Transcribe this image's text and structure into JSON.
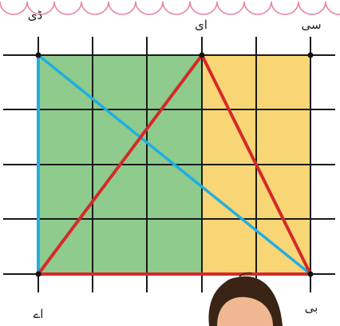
{
  "diagram": {
    "labels": {
      "D": "ڈی",
      "E": "ای",
      "C": "سی",
      "A": "اے",
      "B": "بی"
    },
    "colors": {
      "green_fill": "#8ecb8c",
      "yellow_fill": "#f8d675",
      "grid": "#1a1a1a",
      "red_triangle": "#d42a2a",
      "blue_diagonal": "#21aee3",
      "scallop": "#e9849c",
      "vertex_dot": "#111111",
      "character_skin": "#f0b892",
      "character_hair": "#3a2416"
    },
    "grid": {
      "columns": 5,
      "rows": 4,
      "green_columns": 3,
      "yellow_columns": 2
    },
    "shapes": {
      "triangle": [
        "A",
        "E",
        "B"
      ],
      "diagonal": [
        "D",
        "B"
      ],
      "left_side": [
        "A",
        "D"
      ]
    },
    "decorative_icons": [
      "scallop-border",
      "girl-character-icon"
    ]
  }
}
